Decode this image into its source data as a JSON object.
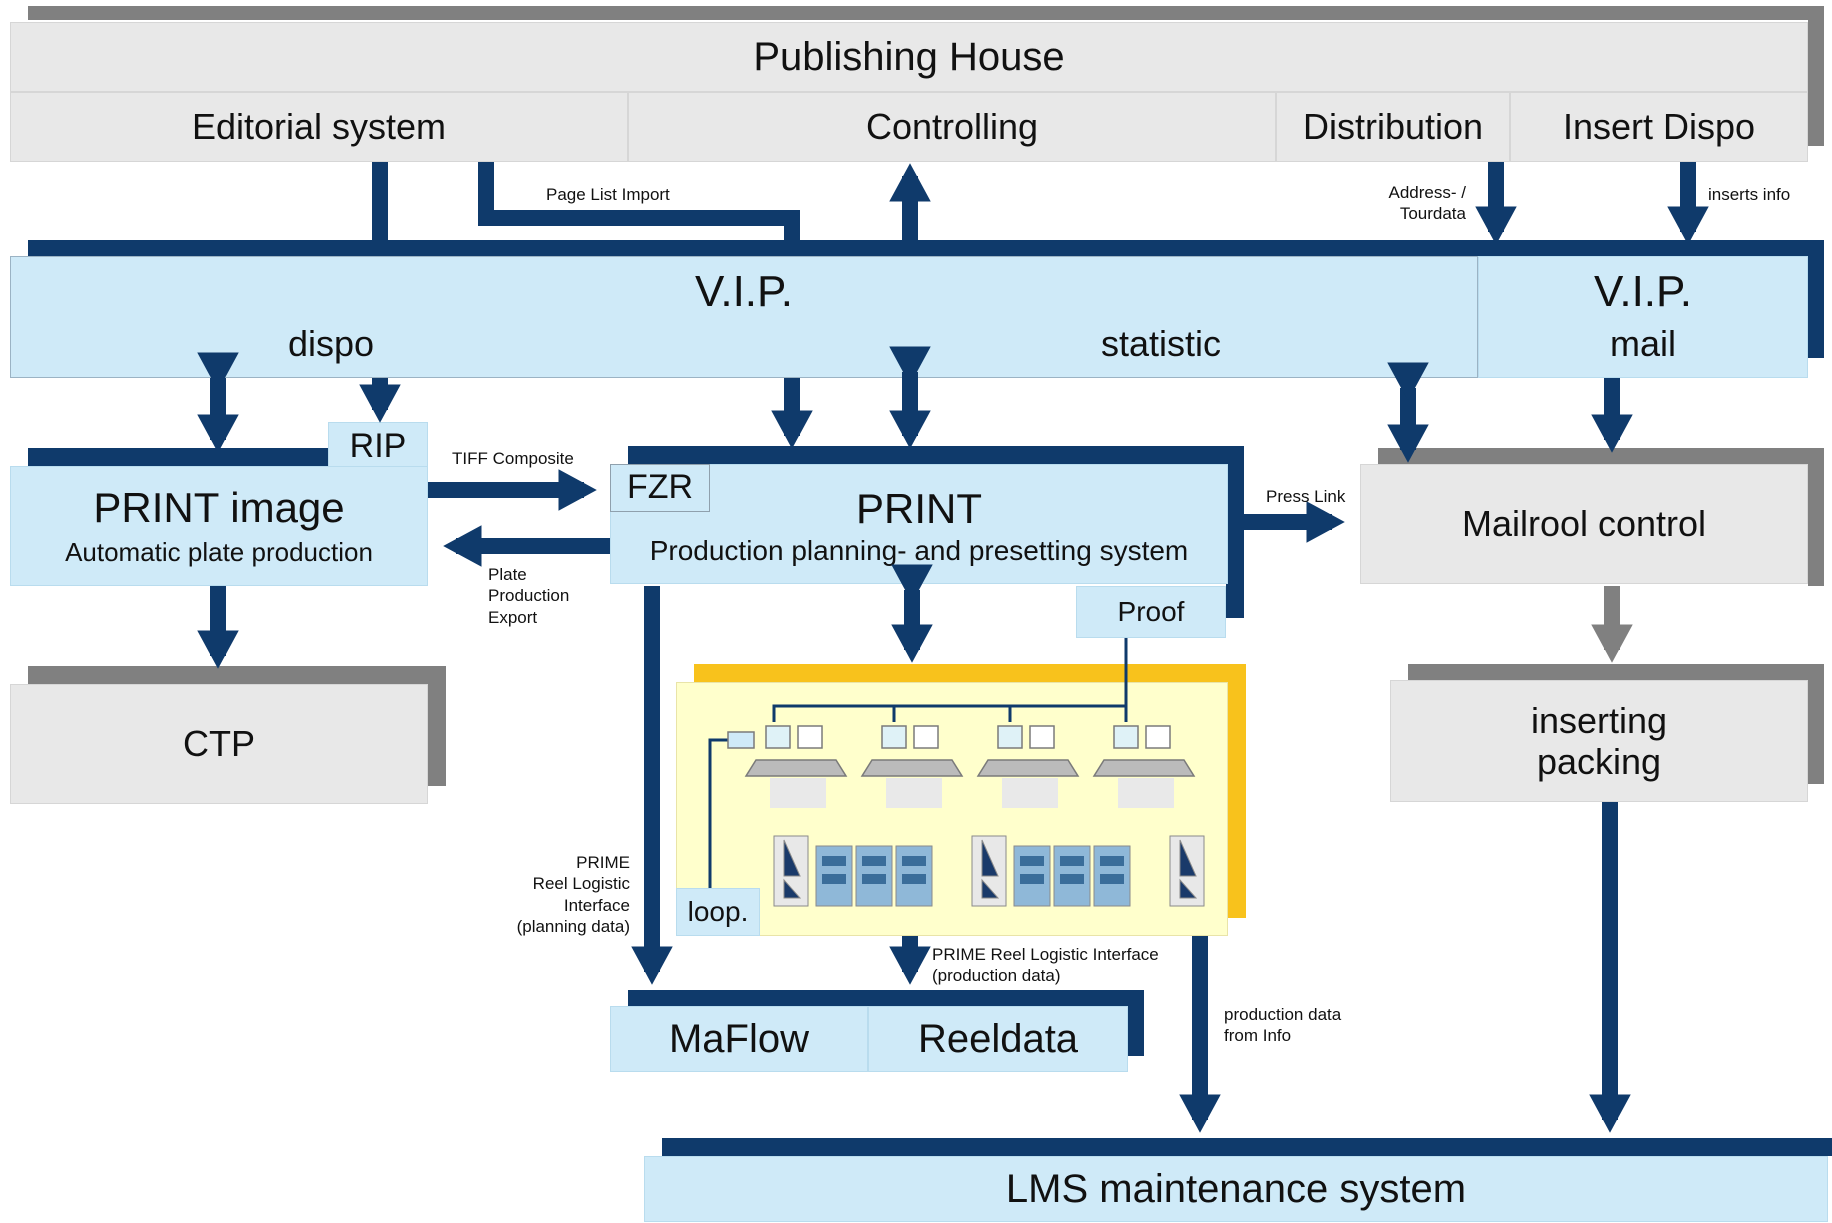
{
  "publishing_house": {
    "title": "Publishing House",
    "departments": [
      "Editorial system",
      "Controlling",
      "Distribution",
      "Insert Dispo"
    ]
  },
  "vip_main": {
    "title": "V.I.P.",
    "left": "dispo",
    "right": "statistic"
  },
  "vip_mail": {
    "title": "V.I.P.",
    "sub": "mail"
  },
  "rip": "RIP",
  "print_image": {
    "title": "PRINT image",
    "sub": "Automatic plate production"
  },
  "ctp": "CTP",
  "fzr": "FZR",
  "print": {
    "title": "PRINT",
    "sub": "Production planning- and presetting system"
  },
  "proof": "Proof",
  "mailroom": "Mailrool control",
  "inserting": {
    "line1": "inserting",
    "line2": "packing"
  },
  "loop": "loop.",
  "maflow": "MaFlow",
  "reeldata": "Reeldata",
  "lms": "LMS maintenance system",
  "labels": {
    "page_list_import": "Page List Import",
    "address": [
      "Address- /",
      "Tourdata"
    ],
    "inserts_info": "inserts info",
    "tiff_composite": "TIFF Composite",
    "plate_export": [
      "Plate",
      "Production",
      "Export"
    ],
    "press_link": "Press Link",
    "prime_planning": [
      "PRIME",
      "Reel Logistic",
      "Interface",
      "(planning data)"
    ],
    "prime_production": [
      "PRIME Reel Logistic Interface",
      "(production data)"
    ],
    "production_info": [
      "production data",
      "from Info"
    ]
  },
  "colors": {
    "navy": "#0f3a6b",
    "shadow_grey": "#808080",
    "box_grey": "#e8e8e8",
    "box_blue": "#cfeaf8",
    "press_area": "#ffffcc",
    "press_shadow": "#f8c21c"
  }
}
